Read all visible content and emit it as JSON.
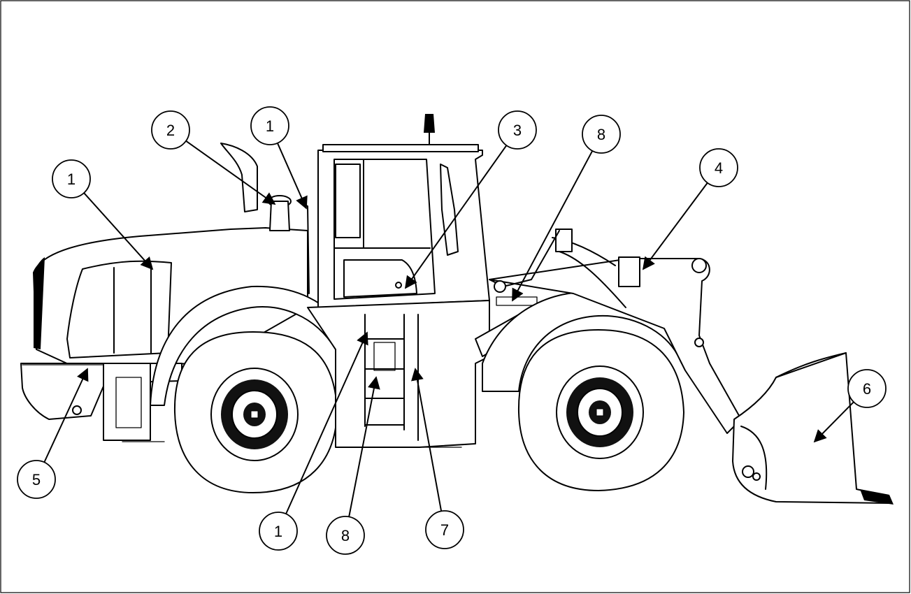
{
  "diagram": {
    "subject": "wheel-loader-side-view",
    "colors": {
      "line": "#000000",
      "background": "#ffffff"
    },
    "callouts": [
      {
        "id": "c1a",
        "label": "1"
      },
      {
        "id": "c2",
        "label": "2"
      },
      {
        "id": "c1b",
        "label": "1"
      },
      {
        "id": "c3",
        "label": "3"
      },
      {
        "id": "c8a",
        "label": "8"
      },
      {
        "id": "c4",
        "label": "4"
      },
      {
        "id": "c6",
        "label": "6"
      },
      {
        "id": "c5",
        "label": "5"
      },
      {
        "id": "c1c",
        "label": "1"
      },
      {
        "id": "c8b",
        "label": "8"
      },
      {
        "id": "c7",
        "label": "7"
      }
    ]
  }
}
